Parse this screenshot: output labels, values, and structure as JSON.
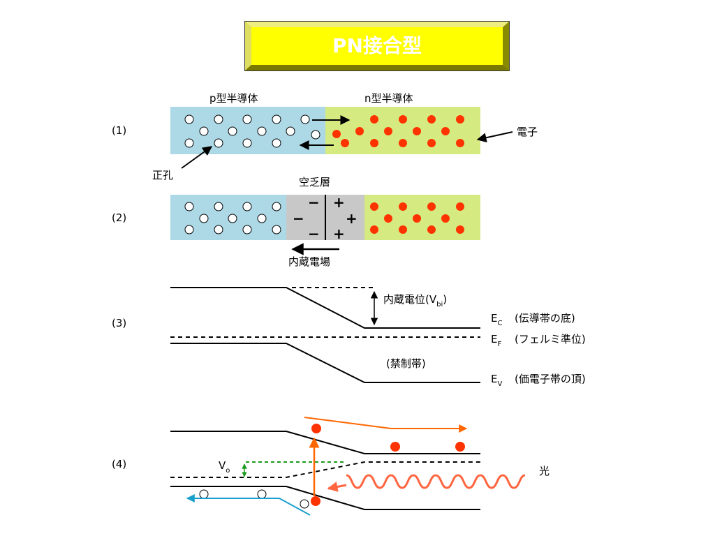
{
  "title": "PN接合型",
  "colors": {
    "p_region": "#add8e6",
    "n_region": "#d5ea80",
    "depletion": "#c8c8c8",
    "electron": "#ff3300",
    "title_bg": "#ffff00",
    "orange_arrow": "#ff6600",
    "hole_flow_arrow": "#1a9fcc",
    "vo_marker": "#1a9a1a",
    "light_wave": "#ff6640"
  },
  "section1": {
    "number": "(1)",
    "p_label": "p型半導体",
    "n_label": "n型半導体",
    "electron_label": "電子",
    "hole_label": "正孔"
  },
  "section2": {
    "number": "(2)",
    "depletion_label": "空乏層",
    "field_label": "内蔵電場",
    "minus_sign": "−",
    "plus_sign": "+"
  },
  "section3": {
    "number": "(3)",
    "vbi_label": "内蔵電位(V",
    "vbi_sub": "bi",
    "vbi_close": ")",
    "ec_main": "E",
    "ec_sub": "C",
    "ec_desc": "(伝導帯の底)",
    "ef_main": "E",
    "ef_sub": "F",
    "ef_desc": "(フェルミ準位)",
    "ev_main": "E",
    "ev_sub": "V",
    "ev_desc": "(価電子帯の頂)",
    "gap_label": "(禁制帯)"
  },
  "section4": {
    "number": "(4)",
    "vo_main": "V",
    "vo_sub": "o",
    "light_label": "光"
  }
}
